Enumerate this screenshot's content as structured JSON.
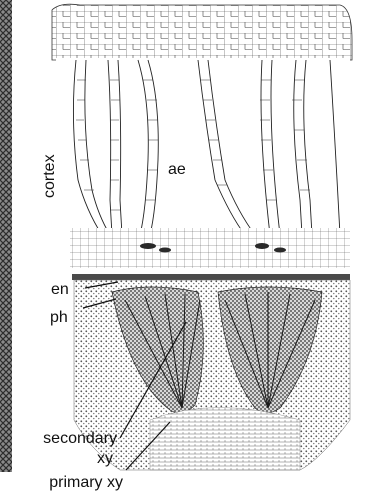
{
  "labels": {
    "cortex": "cortex",
    "ae": "ae",
    "en": "en",
    "ph": "ph",
    "secondary_line1": "secondary",
    "secondary_line2": "xy",
    "primary": "primary xy"
  },
  "colors": {
    "ink": "#1e1e1e",
    "strip_dark": "#4a4a4a",
    "background": "#ffffff"
  }
}
